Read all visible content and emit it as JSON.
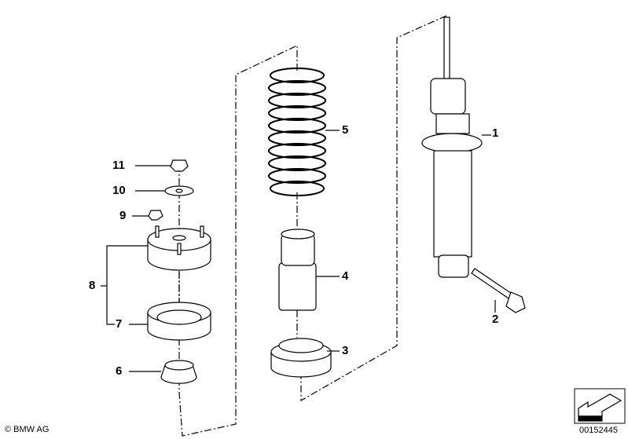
{
  "callouts": [
    {
      "number": "1",
      "part": "shock-absorber"
    },
    {
      "number": "2",
      "part": "hex-bolt"
    },
    {
      "number": "3",
      "part": "spring-pad-lower"
    },
    {
      "number": "4",
      "part": "bump-stop"
    },
    {
      "number": "5",
      "part": "coil-spring"
    },
    {
      "number": "6",
      "part": "cap"
    },
    {
      "number": "7",
      "part": "support-ring"
    },
    {
      "number": "8",
      "part": "support-bearing-set"
    },
    {
      "number": "9",
      "part": "nut"
    },
    {
      "number": "10",
      "part": "washer"
    },
    {
      "number": "11",
      "part": "self-locking-nut"
    }
  ],
  "footer": {
    "copyright": "© BMW AG",
    "diagram_number": "00152445"
  }
}
